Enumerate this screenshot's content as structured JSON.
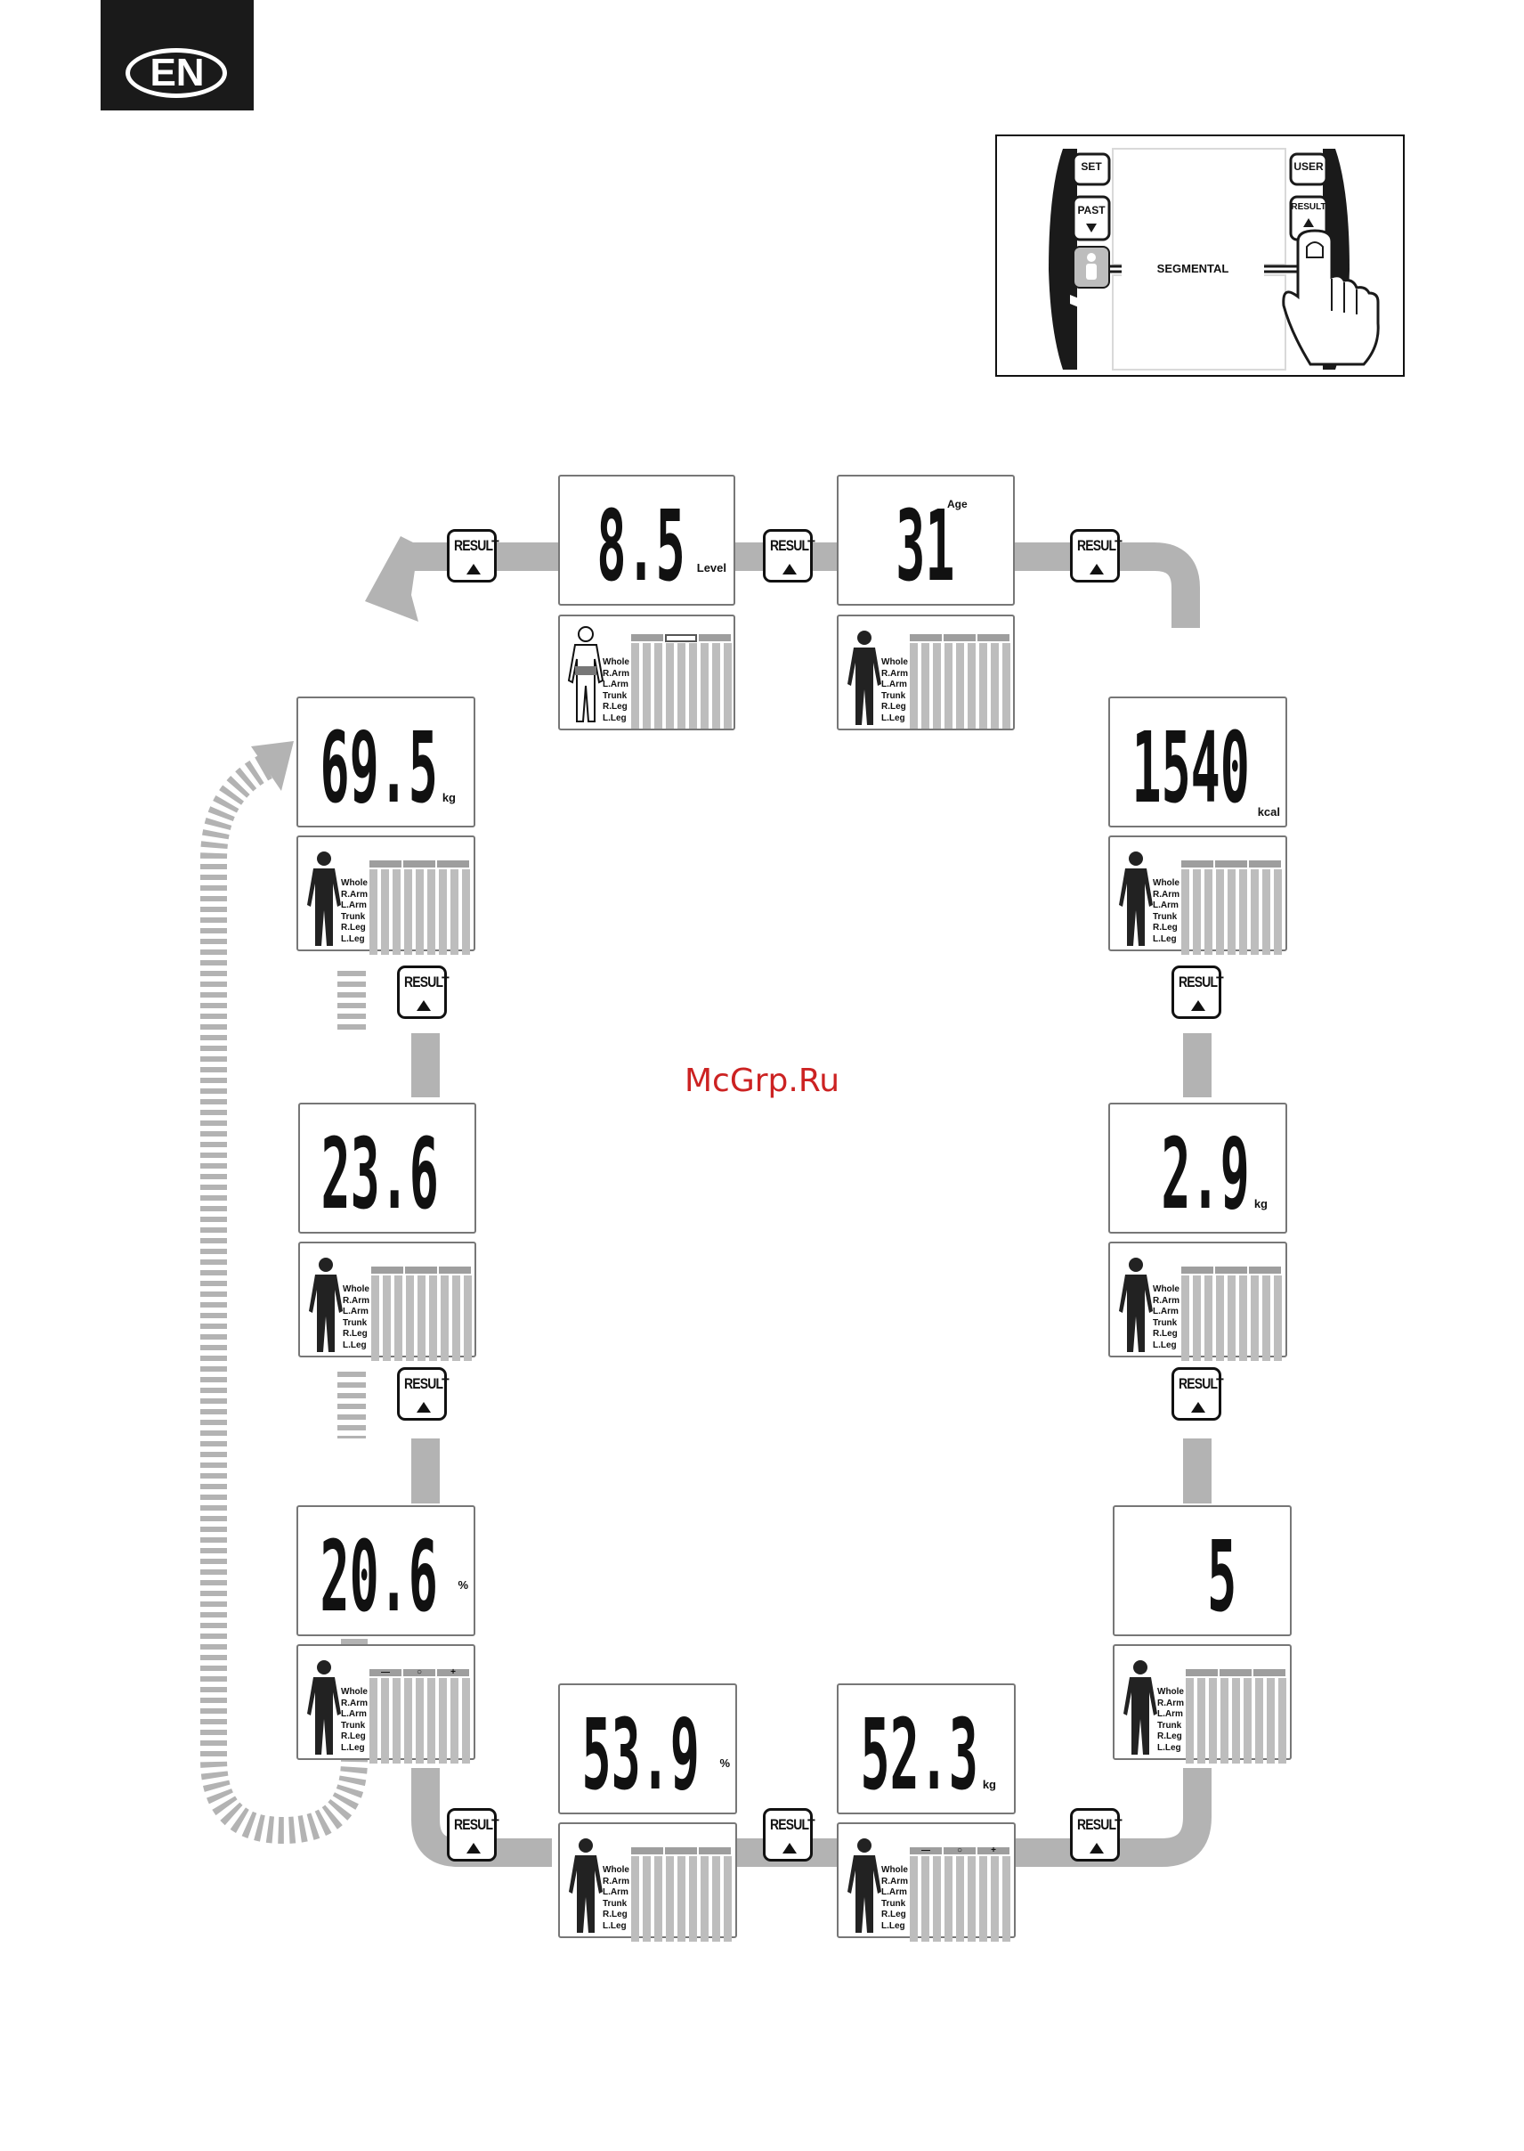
{
  "language_tab": "EN",
  "control_panel": {
    "set_label": "SET",
    "user_label": "USER",
    "past_label": "PAST",
    "result_label": "RESULT",
    "segmental_label": "SEGMENTAL"
  },
  "result_button_label": "RESULT",
  "segment_labels": [
    "Whole",
    "R.Arm",
    "L.Arm",
    "Trunk",
    "R.Leg",
    "L.Leg"
  ],
  "scale_labels": [
    "—",
    "○",
    "+"
  ],
  "displays": [
    {
      "id": "weight",
      "value": "69.5",
      "unit": "kg",
      "top_label": ""
    },
    {
      "id": "bmi",
      "value": "23.6",
      "unit": "",
      "top_label": ""
    },
    {
      "id": "body-fat",
      "value": "20.6",
      "unit": "%",
      "top_label": ""
    },
    {
      "id": "body-water",
      "value": "53.9",
      "unit": "%",
      "top_label": ""
    },
    {
      "id": "muscle-mass",
      "value": "52.3",
      "unit": "kg",
      "top_label": ""
    },
    {
      "id": "physique-rating",
      "value": "5",
      "unit": "",
      "top_label": ""
    },
    {
      "id": "bone-mass",
      "value": "2.9",
      "unit": "kg",
      "top_label": ""
    },
    {
      "id": "daily-calorie",
      "value": "1540",
      "unit": "kcal",
      "top_label": ""
    },
    {
      "id": "metabolic-age",
      "value": "31",
      "unit": "",
      "top_label": "Age"
    },
    {
      "id": "visceral-fat",
      "value": "8.5",
      "unit": "Level",
      "top_label": ""
    }
  ],
  "watermark": "McGrp.Ru",
  "colors": {
    "flow_arrow": "#b3b3b3",
    "dark": "#1a1a1a",
    "watermark": "#cc2222"
  }
}
